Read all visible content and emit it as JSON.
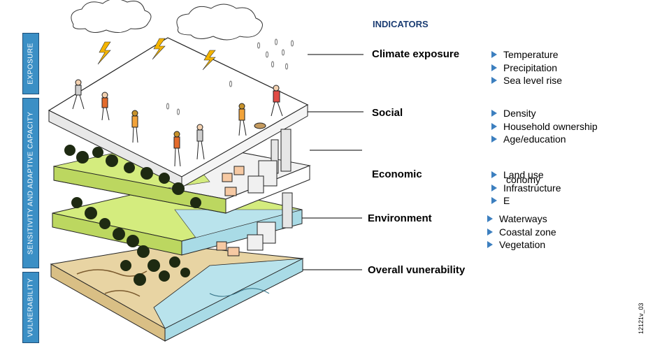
{
  "header": {
    "title": "INDICATORS"
  },
  "side_labels": [
    {
      "text": "EXPOSURE"
    },
    {
      "text": "SENSITIVITY AND ADAPTIVE CAPACITY"
    },
    {
      "text": "VULNERABILITY"
    }
  ],
  "categories": [
    {
      "label": "Climate exposure",
      "indicators": [
        "Temperature",
        "Precipitation",
        "Sea level rise"
      ]
    },
    {
      "label": "Social",
      "indicators": [
        "Density",
        "Household ownership",
        "Age/education"
      ]
    },
    {
      "label": "Economic",
      "indicators": [
        "Land use",
        "Infrastructure",
        "E"
      ],
      "overlap_text": "conomy"
    },
    {
      "label": "Environment",
      "indicators": [
        "Waterways",
        "Coastal zone",
        "Vegetation"
      ]
    },
    {
      "label": "Overall vunerability",
      "indicators": []
    }
  ],
  "figure_code": "12121v_03",
  "colors": {
    "accent_blue": "#3b8fc5",
    "title_navy": "#1b3d73",
    "vegetation_green": "#d4ec7e",
    "water_blue": "#a9dbe6",
    "sand": "#e8d4a3",
    "bullet": "#3c7fbf"
  }
}
